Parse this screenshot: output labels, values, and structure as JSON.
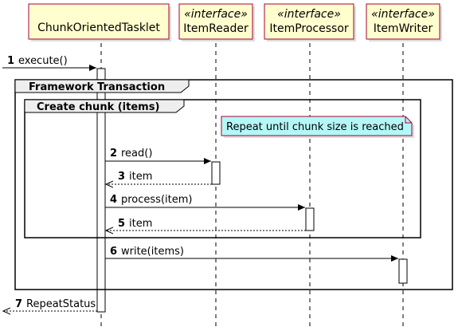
{
  "participants": [
    {
      "id": "tasklet",
      "name": "ChunkOrientedTasklet",
      "stereotype": ""
    },
    {
      "id": "reader",
      "name": "ItemReader",
      "stereotype": "«interface»"
    },
    {
      "id": "processor",
      "name": "ItemProcessor",
      "stereotype": "«interface»"
    },
    {
      "id": "writer",
      "name": "ItemWriter",
      "stereotype": "«interface»"
    }
  ],
  "frames": [
    {
      "label": "Framework Transaction"
    },
    {
      "label": "Create chunk (items)"
    }
  ],
  "note": {
    "text": "Repeat until chunk size is reached"
  },
  "messages": [
    {
      "num": "1",
      "label": "execute()",
      "from": "left-edge",
      "to": "tasklet",
      "style": "solid"
    },
    {
      "num": "2",
      "label": "read()",
      "from": "tasklet",
      "to": "reader",
      "style": "solid"
    },
    {
      "num": "3",
      "label": "item",
      "from": "reader",
      "to": "tasklet",
      "style": "dashed"
    },
    {
      "num": "4",
      "label": "process(item)",
      "from": "tasklet",
      "to": "processor",
      "style": "solid"
    },
    {
      "num": "5",
      "label": "item",
      "from": "processor",
      "to": "tasklet",
      "style": "dashed"
    },
    {
      "num": "6",
      "label": "write(items)",
      "from": "tasklet",
      "to": "writer",
      "style": "solid"
    },
    {
      "num": "7",
      "label": "RepeatStatus",
      "from": "tasklet",
      "to": "left-edge",
      "style": "dashed"
    }
  ]
}
